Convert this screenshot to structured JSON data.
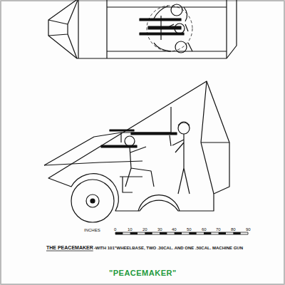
{
  "diagram": {
    "title": "\"PEACEMAKER\"",
    "labels": [
      "THE PEACEMAKER",
      "-WITH 101\"WHEELBASE, TWO .30CAL. AND ONE .50CAL. MACHINE GUN",
      "INCHES",
      "0",
      "10",
      "20",
      "30",
      "40",
      "50",
      "60",
      "70",
      "80",
      "90"
    ]
  }
}
